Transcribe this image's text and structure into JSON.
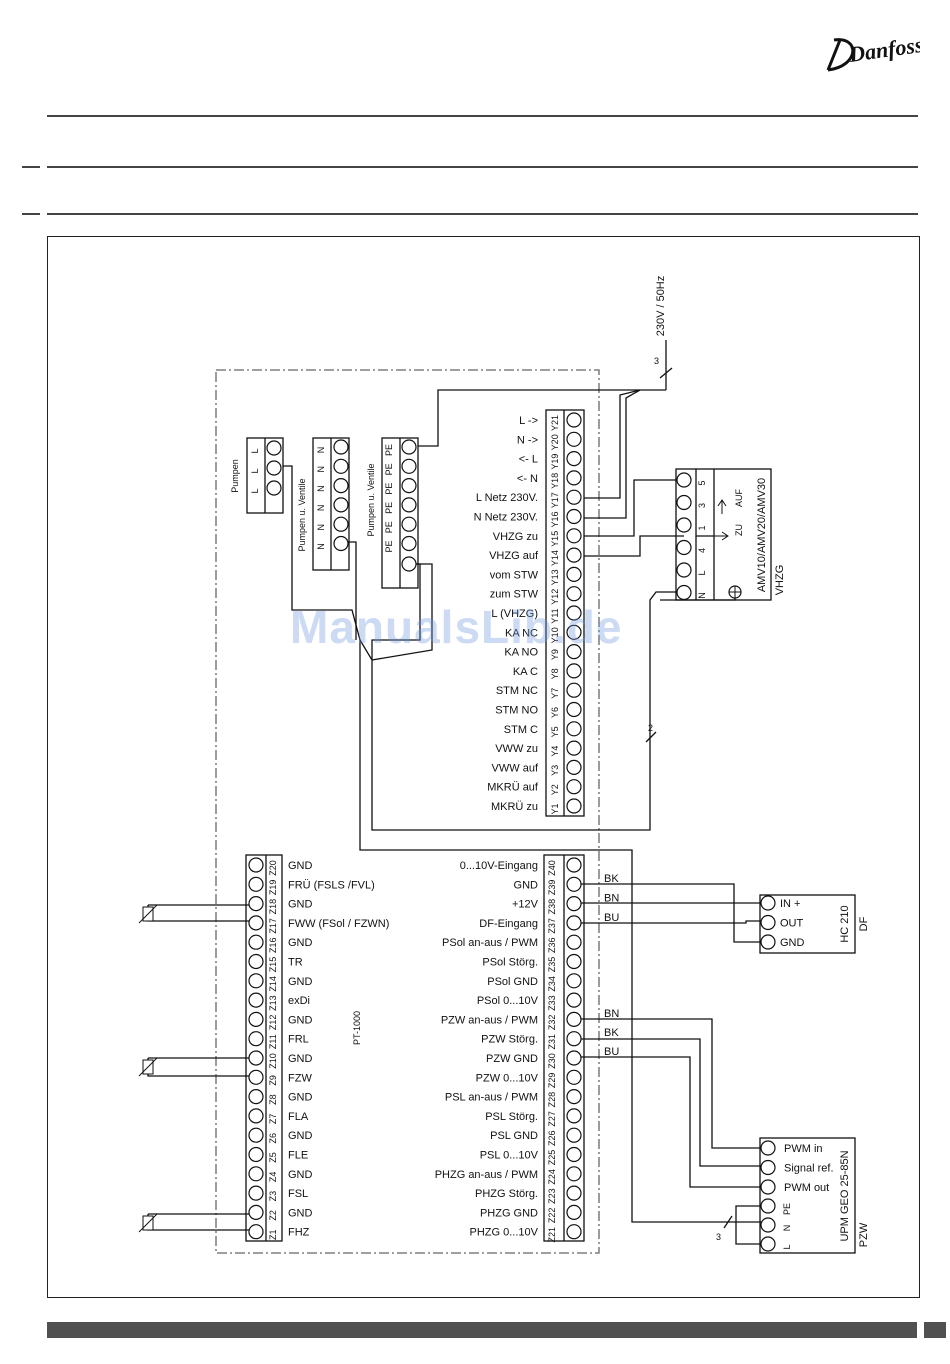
{
  "brand": "Danfoss",
  "watermark": "ManualsLib.de",
  "supply": {
    "voltage": "230V / 50Hz",
    "wires": "3"
  },
  "groups": {
    "pumpen": {
      "title": "Pumpen",
      "labels": [
        "L",
        "L",
        "L"
      ]
    },
    "pumpen_ventile_n": {
      "title": "Pumpen u. Ventile",
      "labels": [
        "N",
        "N",
        "N",
        "N",
        "N",
        "N"
      ]
    },
    "pumpen_ventile_pe": {
      "title": "Pumpen u. Ventile",
      "labels": [
        "PE",
        "PE",
        "PE",
        "PE",
        "PE",
        "PE"
      ]
    }
  },
  "terminal_y": {
    "ids": [
      "Y21",
      "Y20",
      "Y19",
      "Y18",
      "Y17",
      "Y16",
      "Y15",
      "Y14",
      "Y13",
      "Y12",
      "Y11",
      "Y10",
      "Y9",
      "Y8",
      "Y7",
      "Y6",
      "Y5",
      "Y4",
      "Y3",
      "Y2",
      "Y1"
    ],
    "labels": [
      "L ->",
      "N ->",
      "<- L",
      "<- N",
      "L Netz 230V.",
      "N Netz 230V.",
      "VHZG zu",
      "VHZG auf",
      "vom STW",
      "zum STW",
      "L (VHZG)",
      "KA NC",
      "KA NO",
      "KA C",
      "STM NC",
      "STM NO",
      "STM C",
      "VWW zu",
      "VWW auf",
      "MKRÜ auf",
      "MKRÜ zu"
    ]
  },
  "terminal_z_left": {
    "ids": [
      "Z20",
      "Z19",
      "Z18",
      "Z17",
      "Z16",
      "Z15",
      "Z14",
      "Z13",
      "Z12",
      "Z11",
      "Z10",
      "Z9",
      "Z8",
      "Z7",
      "Z6",
      "Z5",
      "Z4",
      "Z3",
      "Z2",
      "Z1"
    ],
    "labels": [
      "GND",
      "FRÜ (FSLS /FVL)",
      "GND",
      "FWW (FSol / FZWN)",
      "GND",
      "TR",
      "GND",
      "exDi",
      "GND",
      "FRL",
      "GND",
      "FZW",
      "GND",
      "FLA",
      "GND",
      "FLE",
      "GND",
      "FSL",
      "GND",
      "FHZ"
    ]
  },
  "terminal_z_right": {
    "ids": [
      "Z40",
      "Z39",
      "Z38",
      "Z37",
      "Z36",
      "Z35",
      "Z34",
      "Z33",
      "Z32",
      "Z31",
      "Z30",
      "Z29",
      "Z28",
      "Z27",
      "Z26",
      "Z25",
      "Z24",
      "Z23",
      "Z22",
      "Z21"
    ],
    "labels": [
      "0...10V-Eingang",
      "GND",
      "+12V",
      "DF-Eingang",
      "PSol an-aus / PWM",
      "PSol Störg.",
      "PSol GND",
      "PSol 0...10V",
      "PZW an-aus / PWM",
      "PZW Störg.",
      "PZW GND",
      "PZW 0...10V",
      "PSL an-aus / PWM",
      "PSL Störg.",
      "PSL GND",
      "PSL 0...10V",
      "PHZG an-aus / PWM",
      "PHZG Störg.",
      "PHZG GND",
      "PHZG 0...10V"
    ]
  },
  "sensor_label": "PT-1000",
  "actuator": {
    "model": "AMV10/AMV20/AMV30",
    "name": "VHZG",
    "terminals": [
      "5",
      "3",
      "1",
      "4",
      "L",
      "N"
    ],
    "auf": "AUF",
    "zu": "ZU"
  },
  "wire2": "2",
  "hc210": {
    "name": "HC 210",
    "sub": "DF",
    "pins": [
      "IN +",
      "OUT",
      "GND"
    ],
    "wire_colors": [
      "BK",
      "BN",
      "BU"
    ]
  },
  "pzw": {
    "name": "UPM GEO 25-85N",
    "sub": "PZW",
    "pins": [
      "PWM in",
      "Signal ref.",
      "PWM out"
    ],
    "power_pins": [
      "PE",
      "N",
      "L"
    ],
    "wire_colors": [
      "BN",
      "BK",
      "BU"
    ],
    "wires": "3"
  }
}
